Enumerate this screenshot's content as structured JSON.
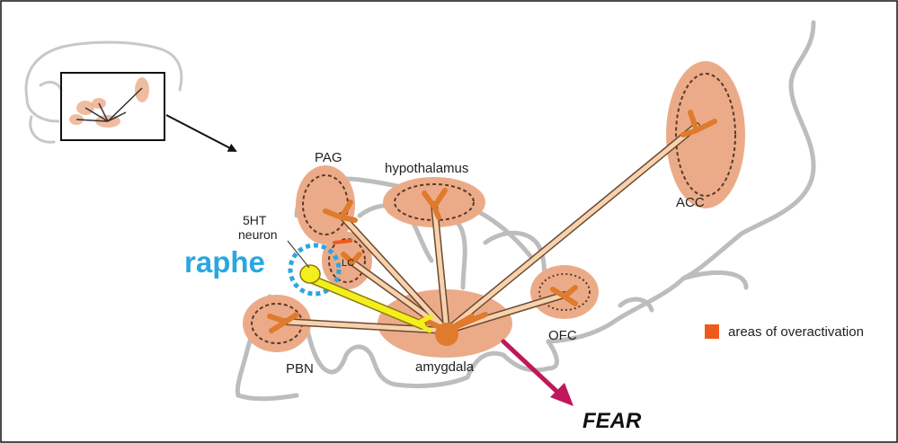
{
  "labels": {
    "pag": "PAG",
    "hypothalamus": "hypothalamus",
    "acc": "ACC",
    "neuron_line1": "5HT",
    "neuron_line2": "neuron",
    "raphe": "raphe",
    "lc": "LC",
    "ofc": "OFC",
    "pbn": "PBN",
    "amygdala": "amygdala",
    "fear": "FEAR"
  },
  "legend": {
    "label": "areas of overactivation"
  },
  "colors": {
    "region_fill": "#ecab88",
    "neuron": "#e07a2c",
    "neuron_light": "#f8d2ad",
    "serotonin_neuron": "#f4ef1c",
    "raphe": "#2aa7e0",
    "fear_arrow": "#c0175c",
    "legend_swatch": "#ee5a1c",
    "brain_outline": "#bdbdbd"
  }
}
